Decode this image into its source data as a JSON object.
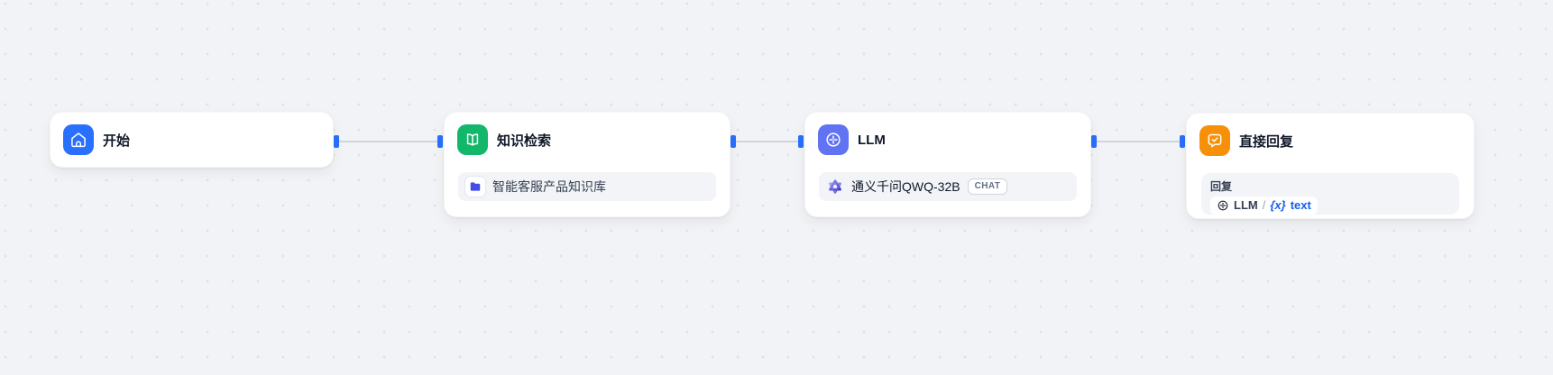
{
  "canvas": {
    "type": "workflow-editor"
  },
  "colors": {
    "canvas_bg": "#f1f3f6",
    "canvas_dot": "#dde1e8",
    "node_bg": "#ffffff",
    "edge": "#d0d5dd",
    "handle": "#2970ff",
    "start_icon_bg": "#2970ff",
    "knowledge_icon_bg": "#12b76a",
    "llm_icon_bg": "#6172f3",
    "answer_icon_bg": "#f79009",
    "row_bg": "#f2f4f7",
    "folder_icon": "#444ce7",
    "variable_blue": "#155eef",
    "title_text": "#101828",
    "badge_border": "#d0d5dd",
    "badge_text": "#667085"
  },
  "nodes": [
    {
      "id": "start",
      "title": "开始",
      "icon": "home-icon",
      "icon_bg": "#2970ff"
    },
    {
      "id": "knowledge-retrieval",
      "title": "知识检索",
      "icon": "book-open-icon",
      "icon_bg": "#12b76a",
      "knowledge": {
        "icon": "folder-icon",
        "name": "智能客服产品知识库"
      }
    },
    {
      "id": "llm",
      "title": "LLM",
      "icon": "model-icon",
      "icon_bg": "#6172f3",
      "model": {
        "icon": "qwen-logo-icon",
        "name": "通义千问QWQ-32B",
        "badge": "CHAT"
      }
    },
    {
      "id": "answer",
      "title": "直接回复",
      "icon": "reply-check-icon",
      "icon_bg": "#f79009",
      "reply": {
        "label": "回复",
        "ref": {
          "icon": "model-icon",
          "node": "LLM",
          "separator": "/",
          "variable_symbol": "{x}",
          "variable_name": "text"
        }
      }
    }
  ],
  "edges": [
    {
      "from": "start",
      "to": "knowledge-retrieval"
    },
    {
      "from": "knowledge-retrieval",
      "to": "llm"
    },
    {
      "from": "llm",
      "to": "answer"
    }
  ]
}
